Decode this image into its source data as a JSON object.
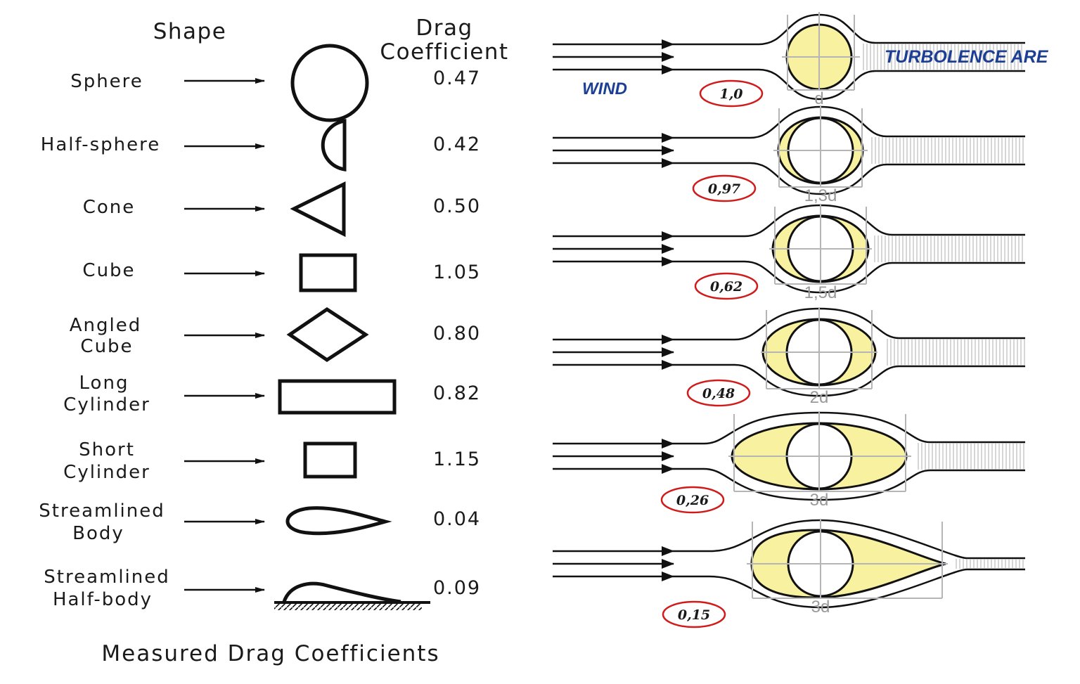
{
  "left_table": {
    "header_shape": "Shape",
    "header_drag_line1": "Drag",
    "header_drag_line2": "Coefficient",
    "rows": [
      {
        "id": "sphere",
        "label_lines": [
          "Sphere"
        ],
        "coefficient": "0.47"
      },
      {
        "id": "half-sphere",
        "label_lines": [
          "Half-sphere"
        ],
        "coefficient": "0.42"
      },
      {
        "id": "cone",
        "label_lines": [
          "Cone"
        ],
        "coefficient": "0.50"
      },
      {
        "id": "cube",
        "label_lines": [
          "Cube"
        ],
        "coefficient": "1.05"
      },
      {
        "id": "angled-cube",
        "label_lines": [
          "Angled",
          "Cube"
        ],
        "coefficient": "0.80"
      },
      {
        "id": "long-cylinder",
        "label_lines": [
          "Long",
          "Cylinder"
        ],
        "coefficient": "0.82"
      },
      {
        "id": "short-cylinder",
        "label_lines": [
          "Short",
          "Cylinder"
        ],
        "coefficient": "1.15"
      },
      {
        "id": "streamlined-body",
        "label_lines": [
          "Streamlined",
          "Body"
        ],
        "coefficient": "0.04"
      },
      {
        "id": "streamlined-half-body",
        "label_lines": [
          "Streamlined",
          "Half-body"
        ],
        "coefficient": "0.09"
      }
    ],
    "caption": "Measured Drag Coefficients"
  },
  "right_diagram": {
    "wind_label": "WIND",
    "turbulence_label": "TURBOLENCE ARE",
    "rows": [
      {
        "ratio": "1,0",
        "length_label": "d",
        "fairing_length_in_diameters": 1.0
      },
      {
        "ratio": "0,97",
        "length_label": "1,3d",
        "fairing_length_in_diameters": 1.3
      },
      {
        "ratio": "0,62",
        "length_label": "1,5d",
        "fairing_length_in_diameters": 1.5
      },
      {
        "ratio": "0,48",
        "length_label": "2d",
        "fairing_length_in_diameters": 2.0
      },
      {
        "ratio": "0,26",
        "length_label": "3d",
        "fairing_length_in_diameters": 3.0
      },
      {
        "ratio": "0,15",
        "length_label": "3d",
        "fairing_length_in_diameters": 3.0
      }
    ]
  },
  "colors": {
    "fairing_fill": "#f8f1a0",
    "badge_outline": "#d11a1a",
    "label_blue": "#1c3f95",
    "dimension_grey": "#9a9a9a"
  }
}
